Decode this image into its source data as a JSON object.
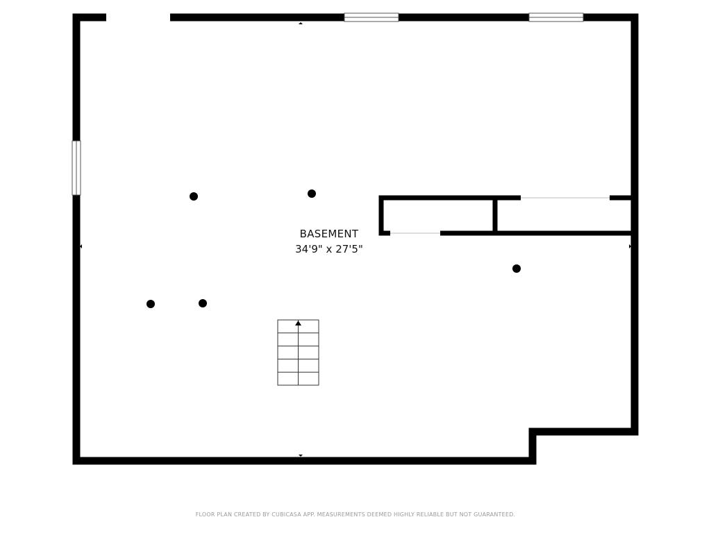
{
  "room": {
    "name": "BASEMENT",
    "dimensions": "34'9\" x 27'5\""
  },
  "footer": {
    "disclaimer": "FLOOR PLAN CREATED BY CUBICASA APP. MEASUREMENTS DEEMED HIGHLY RELIABLE BUT NOT GUARANTEED."
  },
  "colors": {
    "wall": "#000000",
    "background": "#ffffff",
    "footer_text": "#9a9a9a",
    "window_frame": "#555555"
  },
  "icons": [
    "stairs-icon",
    "stairs-up-arrow-icon",
    "support-post-icon",
    "dimension-marker-icon"
  ]
}
